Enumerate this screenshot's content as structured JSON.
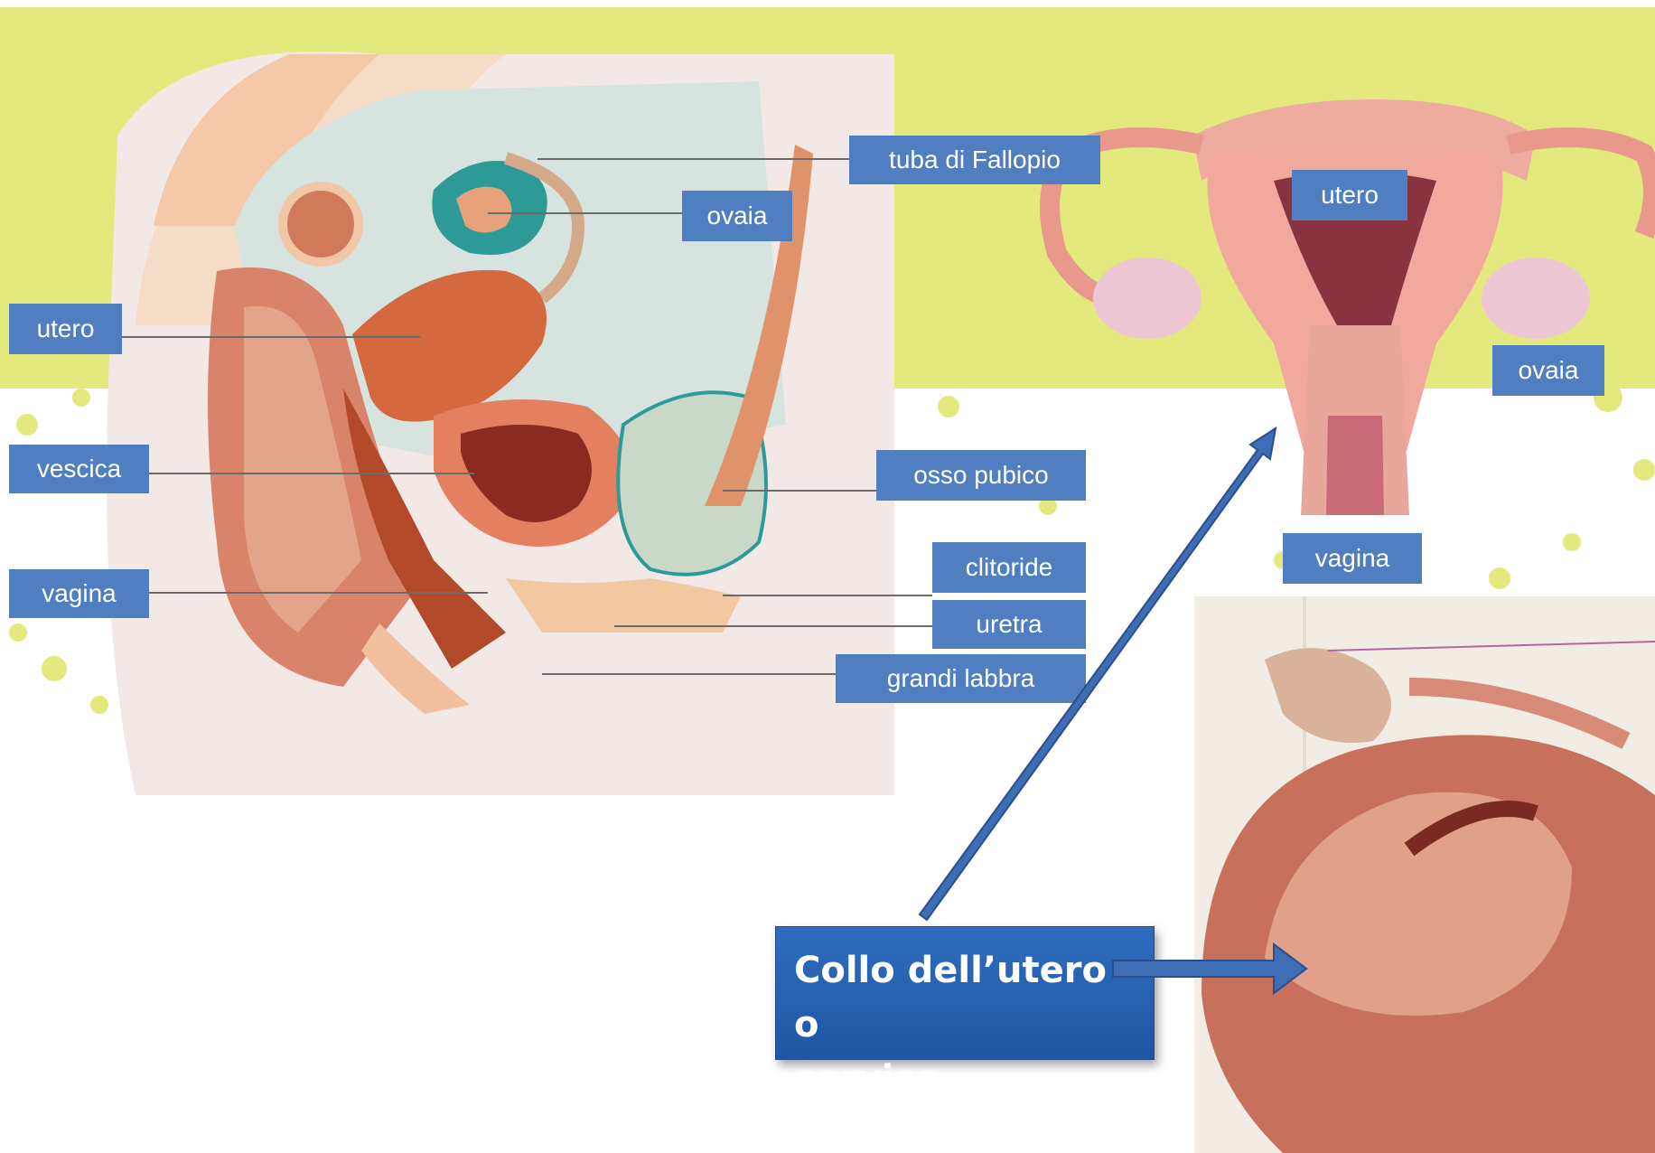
{
  "left_diagram": {
    "labels": {
      "tuba": "tuba di Fallopio",
      "ovaia": "ovaia",
      "utero": "utero",
      "vescica": "vescica",
      "vagina": "vagina",
      "osso_pubico": "osso pubico",
      "clitoride": "clitoride",
      "uretra": "uretra",
      "grandi_labbra": "grandi labbra"
    }
  },
  "right_diagram": {
    "labels": {
      "utero": "utero",
      "ovaia": "ovaia",
      "vagina": "vagina"
    }
  },
  "callout": {
    "line1": "Collo dell’utero o",
    "line2": "cervice"
  },
  "colors": {
    "label_bg": "#4f7fc0",
    "callout_bg": "#2f6dbd",
    "background_green": "#e3e97c",
    "arrow_blue": "#3d6db5"
  }
}
